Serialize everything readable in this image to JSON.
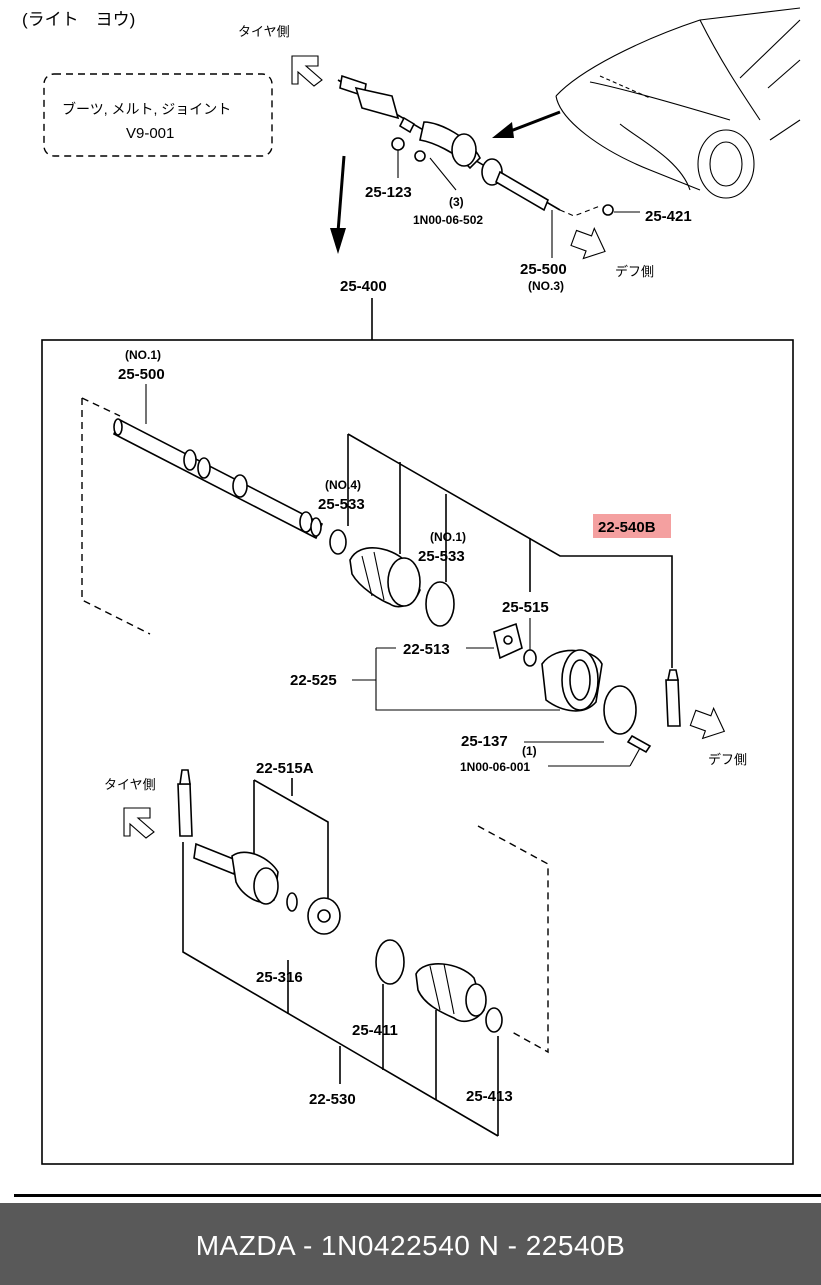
{
  "header": {
    "title": "(ライト　ヨウ)"
  },
  "note_box": {
    "line1": "ブーツ, メルト, ジョイント",
    "line2": "V9-001"
  },
  "directions": {
    "tire_side": "タイヤ側",
    "diff_side": "デフ側"
  },
  "top_labels": {
    "p25_123": "25-123",
    "qty3": "(3)",
    "p1n00_06_502": "1N00-06-502",
    "p25_421": "25-421",
    "p25_500": "25-500",
    "no3": "(NO.3)",
    "p25_400": "25-400"
  },
  "main_labels": {
    "no1_a": "(NO.1)",
    "p25_500": "25-500",
    "no4": "(NO.4)",
    "p25_533_a": "25-533",
    "no1_b": "(NO.1)",
    "p25_533_b": "25-533",
    "p22_540b": "22-540B",
    "p25_515": "25-515",
    "p22_513": "22-513",
    "p22_525": "22-525",
    "p25_137": "25-137",
    "qty1": "(1)",
    "p1n00_06_001": "1N00-06-001",
    "p22_515a": "22-515A",
    "p25_316": "25-316",
    "p25_411": "25-411",
    "p22_530": "22-530",
    "p25_413": "25-413"
  },
  "highlight_color": "#f4a0a0",
  "footer": {
    "text": "MAZDA - 1N0422540     N - 22540B"
  }
}
